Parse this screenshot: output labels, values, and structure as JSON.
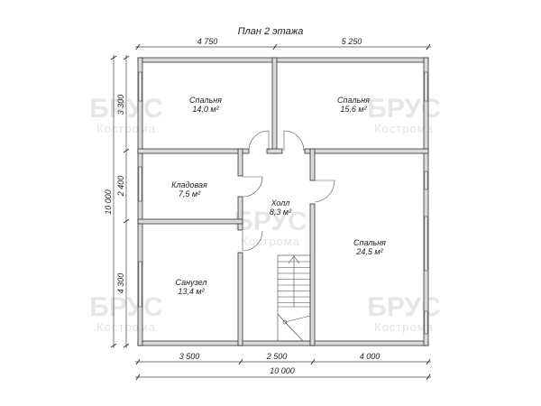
{
  "title": "План 2 этажа",
  "watermark": {
    "brand": "БРУС",
    "city": "Кострома"
  },
  "rooms": [
    {
      "name": "Спальня",
      "area": "14,0 м²"
    },
    {
      "name": "Спальня",
      "area": "15,6 м²"
    },
    {
      "name": "Кладовая",
      "area": "7,5 м²"
    },
    {
      "name": "Холл",
      "area": "8,3 м²"
    },
    {
      "name": "Спальня",
      "area": "24,5 м²"
    },
    {
      "name": "Санузел",
      "area": "13,4 м²"
    }
  ],
  "dimensions": {
    "top": [
      "4 750",
      "5 250"
    ],
    "bottom": [
      "3 500",
      "2 500",
      "4 000"
    ],
    "bottom_total": "10 000",
    "left": [
      "3 300",
      "2 400",
      "4 300"
    ],
    "left_total": "10 000"
  }
}
